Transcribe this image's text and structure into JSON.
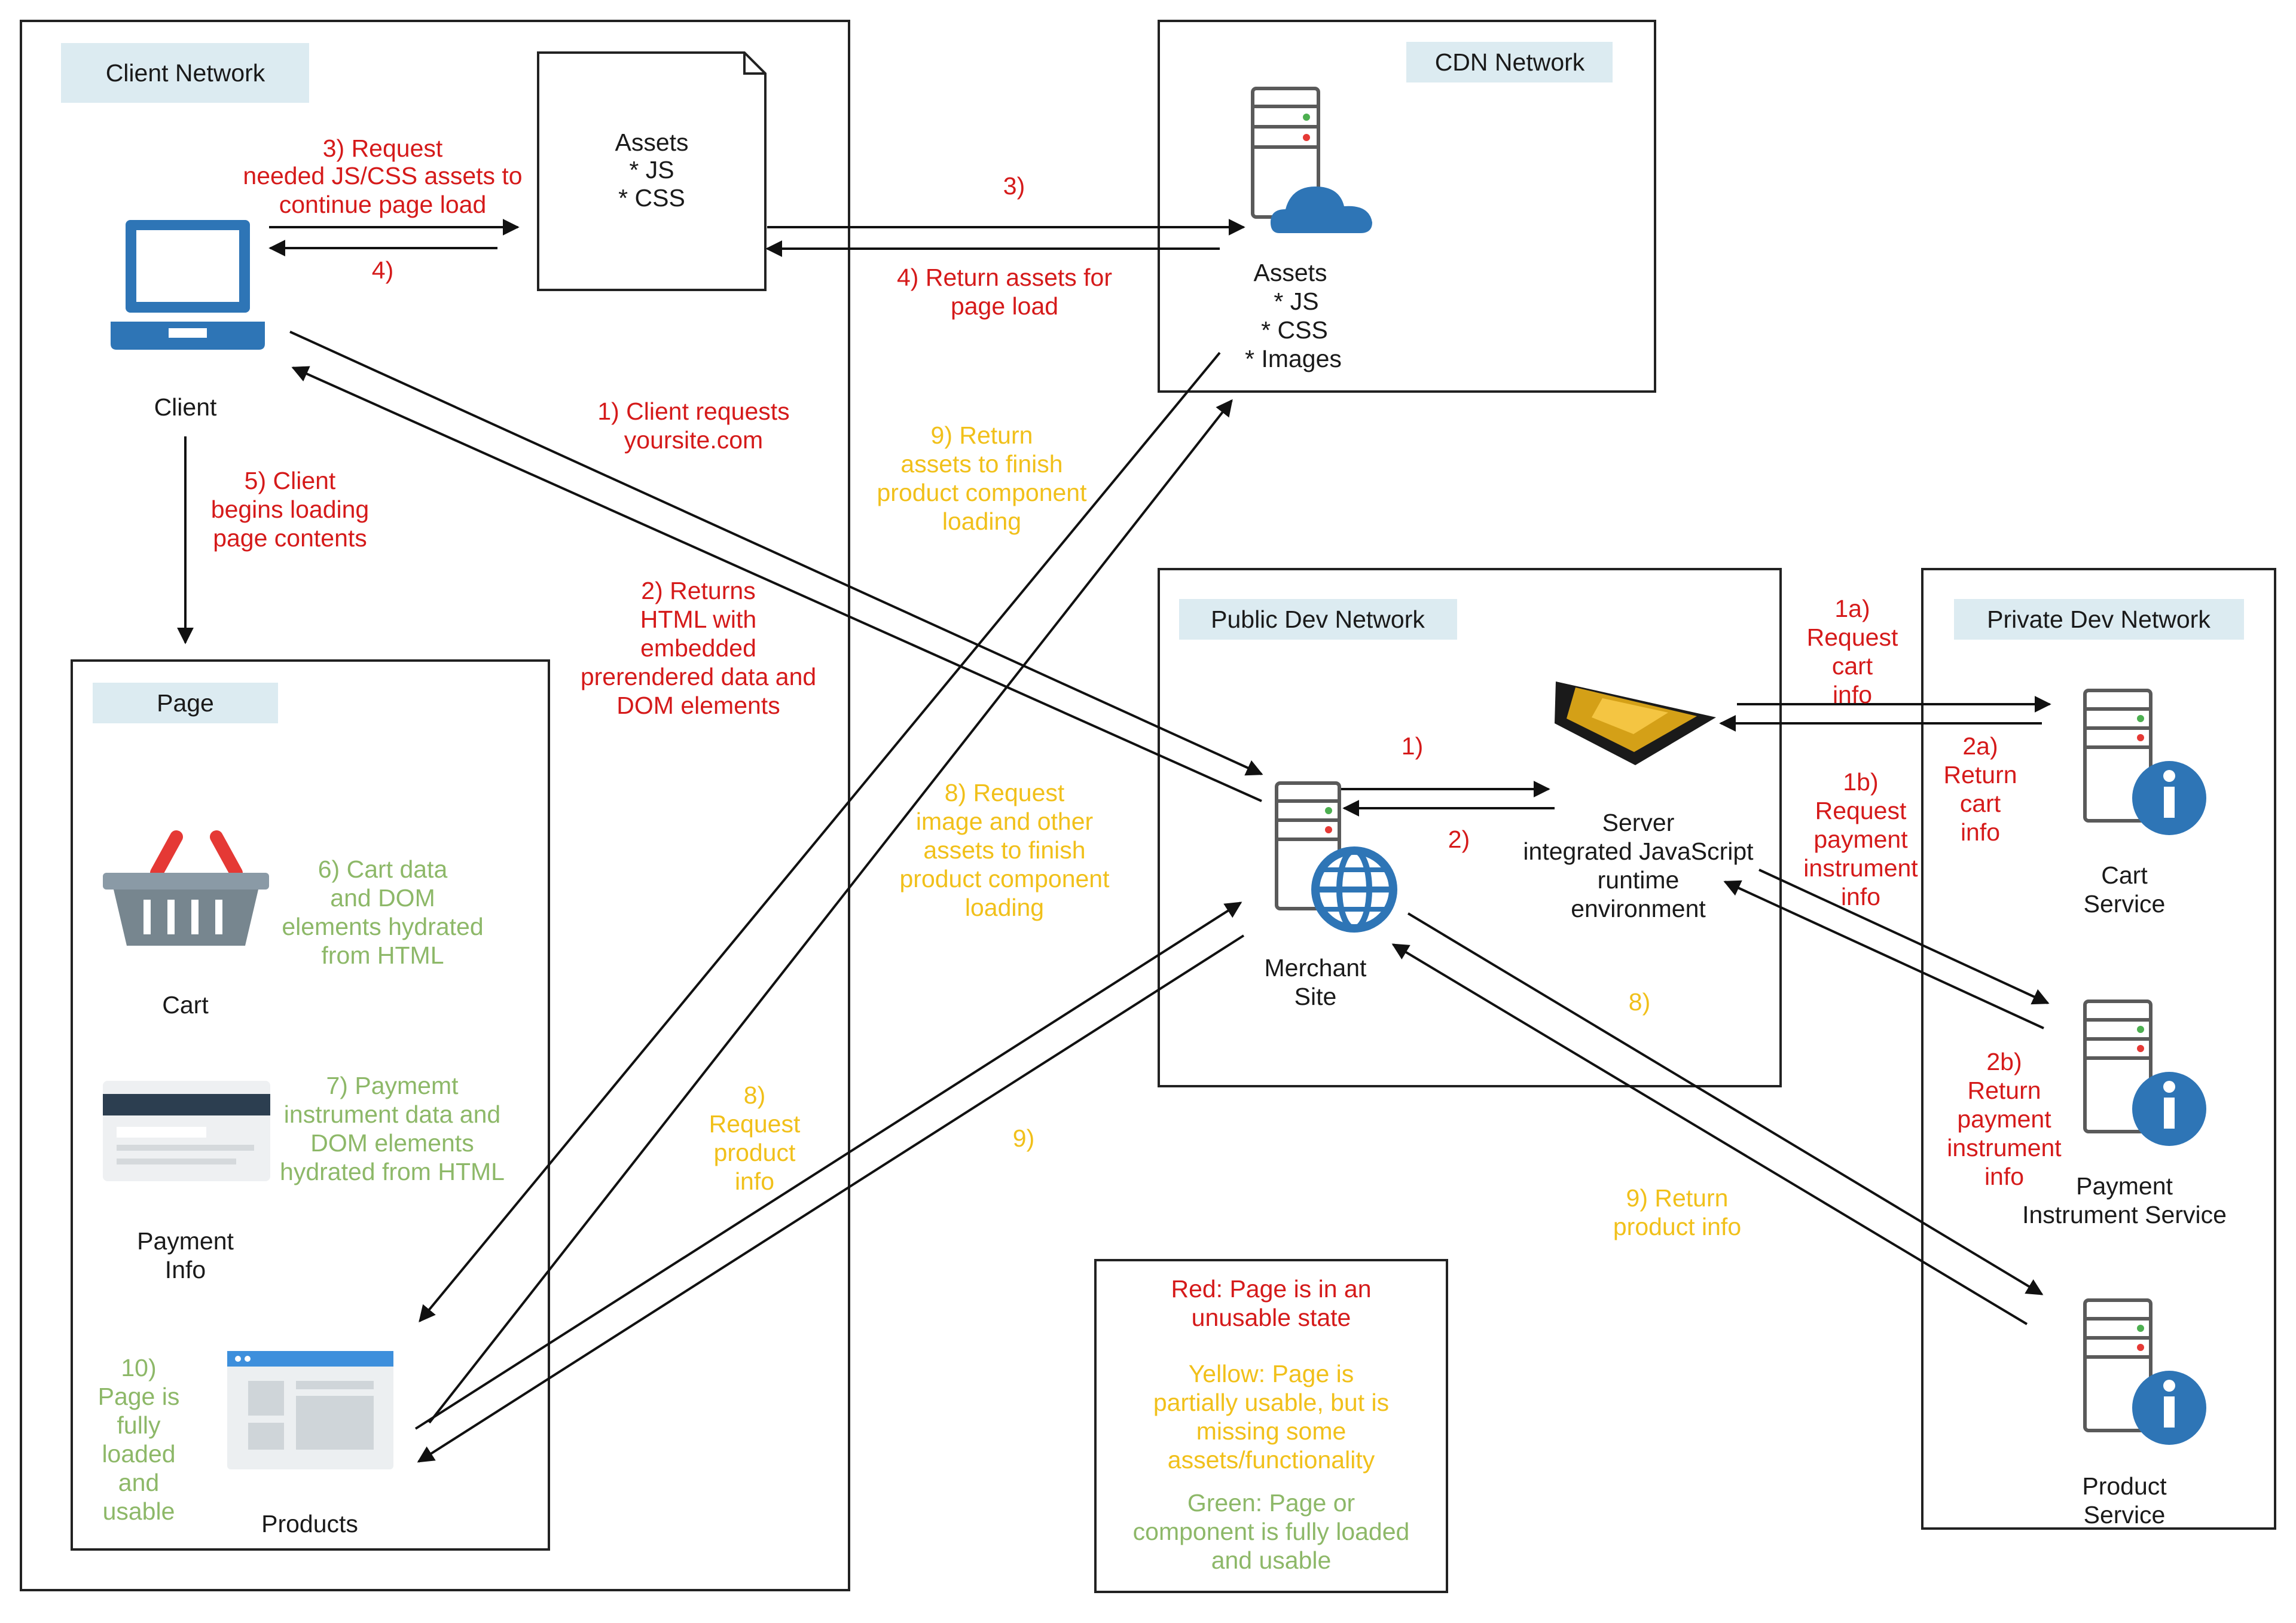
{
  "networks": {
    "client": "Client Network",
    "cdn": "CDN Network",
    "public_dev": "Public Dev Network",
    "private_dev": "Private Dev Network",
    "page": "Page"
  },
  "nodes": {
    "client": "Client",
    "assets_box": [
      "Assets",
      "* JS",
      "* CSS"
    ],
    "cdn_assets": [
      "Assets",
      "* JS",
      "* CSS",
      "* Images"
    ],
    "merchant_site": [
      "Merchant",
      "Site"
    ],
    "server": [
      "Server",
      "integrated JavaScript",
      "runtime",
      "environment"
    ],
    "cart_service": [
      "Cart",
      "Service"
    ],
    "payment_service": [
      "Payment",
      "Instrument Service"
    ],
    "product_service": [
      "Product",
      "Service"
    ],
    "cart": "Cart",
    "payment_info": [
      "Payment",
      "Info"
    ],
    "products": "Products"
  },
  "steps": {
    "s3_request": [
      "3) Request",
      "needed JS/CSS assets to",
      "continue page load"
    ],
    "s4_short": "4)",
    "s3_short": "3)",
    "s4_return": [
      "4) Return assets for",
      "page load"
    ],
    "s1_client": [
      "1) Client requests",
      "yoursite.com"
    ],
    "s5_client": [
      "5) Client",
      "begins loading",
      "page contents"
    ],
    "s2_returns": [
      "2) Returns",
      "HTML with",
      "embedded",
      "prerendered data and",
      "DOM elements"
    ],
    "s9_return_assets": [
      "9) Return",
      "assets to finish",
      "product component",
      "loading"
    ],
    "s8_request_image": [
      "8) Request",
      "image and other",
      "assets to finish",
      "product component",
      "loading"
    ],
    "s1_short": "1)",
    "s2_short": "2)",
    "s1a": [
      "1a)",
      "Request",
      "cart",
      "info"
    ],
    "s2a": [
      "2a)",
      "Return",
      "cart",
      "info"
    ],
    "s1b": [
      "1b)",
      "Request",
      "payment",
      "instrument",
      "info"
    ],
    "s2b": [
      "2b)",
      "Return",
      "payment",
      "instrument",
      "info"
    ],
    "s8_short": "8)",
    "s9_short": "9)",
    "s8_request_product": [
      "8)",
      "Request",
      "product",
      "info"
    ],
    "s9_return_product": [
      "9) Return",
      "product info"
    ],
    "s6_cart": [
      "6) Cart data",
      "and DOM",
      "elements hydrated",
      "from HTML"
    ],
    "s7_payment": [
      "7) Paymemt",
      "instrument data and",
      "DOM elements",
      "hydrated from HTML"
    ],
    "s10": [
      "10)",
      "Page is",
      "fully",
      "loaded",
      "and",
      "usable"
    ]
  },
  "legend": {
    "red": [
      "Red: Page is in an",
      "unusable state"
    ],
    "yellow": [
      "Yellow: Page is",
      "partially usable, but is",
      "missing some",
      "assets/functionality"
    ],
    "green": [
      "Green: Page or",
      "component is fully loaded",
      "and usable"
    ]
  },
  "colors": {
    "red": "#d51a1a",
    "yellow": "#f1c01a",
    "green": "#8db868",
    "header_fill": "#dcebf1",
    "icon_blue": "#2e75b6"
  }
}
